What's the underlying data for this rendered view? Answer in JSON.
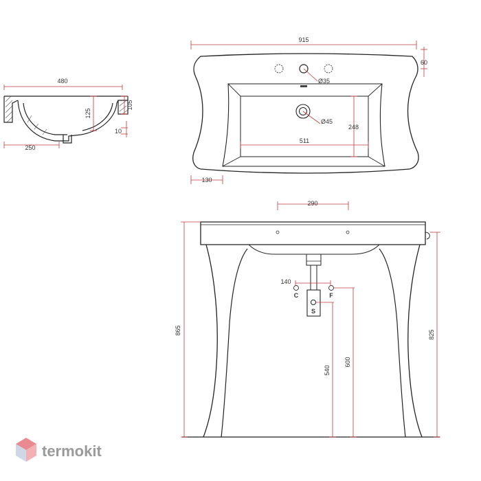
{
  "colors": {
    "line": "#222222",
    "dimension": "#c0393b",
    "watermark_text": "#9a9a9a",
    "watermark_icon_top": "#e88a8f",
    "watermark_icon_left": "#cfd6e6",
    "watermark_icon_right": "#f3b1b5"
  },
  "side_view": {
    "width_label": "480",
    "depth_label": "250",
    "basin_depth_label": "125",
    "rim_height_label": "105",
    "lip_label": "10"
  },
  "top_view": {
    "width_label": "915",
    "back_label": "60",
    "tap_hole_label": "Ø35",
    "drain_label": "Ø45",
    "bowl_width_label": "511",
    "bowl_depth_label": "248",
    "edge_offset_label": "130"
  },
  "front_view": {
    "hole_spacing_label": "290",
    "supply_spacing_label": "140",
    "cold_label": "C",
    "hot_label": "F",
    "siphon_label": "S",
    "total_height_label": "865",
    "rim_height_label": "825",
    "supply_height_label": "600",
    "drain_height_label": "540"
  },
  "watermark": {
    "brand": "termokit",
    "icon": "cube-logo-icon"
  }
}
